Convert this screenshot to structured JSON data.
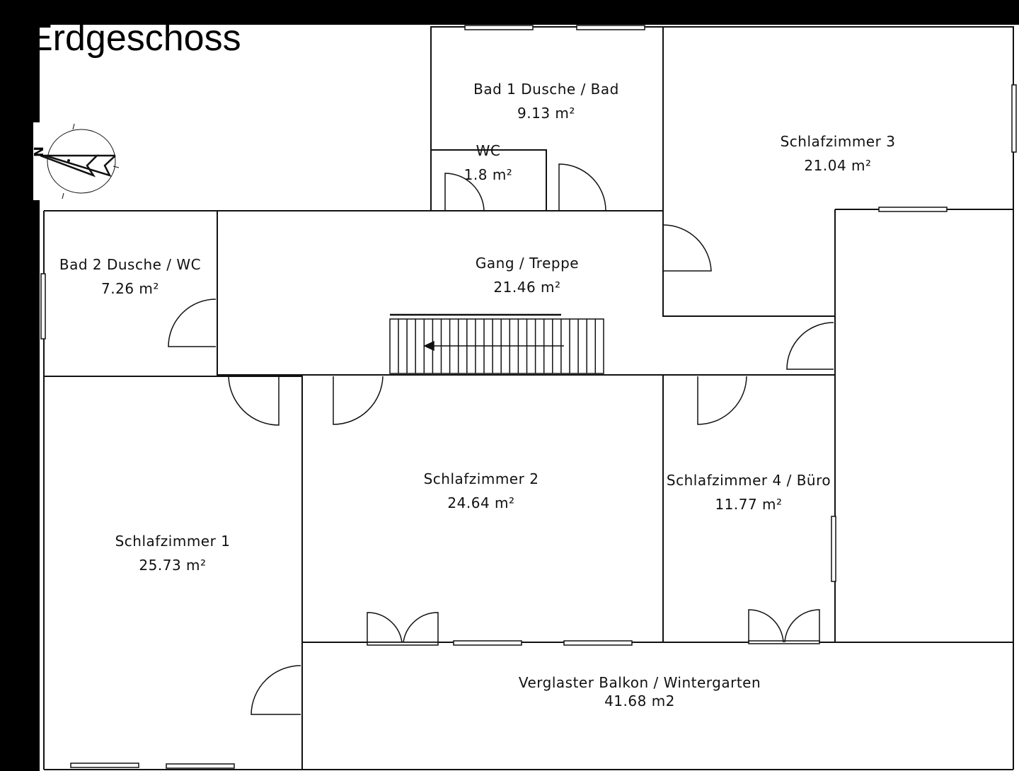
{
  "title": "Erdgeschoss",
  "compass_label": "N",
  "rooms": [
    {
      "name": "Bad 1 Dusche / Bad",
      "area": "9.13 m²"
    },
    {
      "name": "WC",
      "area": "1.8 m²"
    },
    {
      "name": "Schlafzimmer 3",
      "area": "21.04 m²"
    },
    {
      "name": "Bad 2 Dusche / WC",
      "area": "7.26 m²"
    },
    {
      "name": "Gang / Treppe",
      "area": "21.46 m²"
    },
    {
      "name": "Schlafzimmer 2",
      "area": "24.64 m²"
    },
    {
      "name": "Schlafzimmer 4 / Büro",
      "area": "11.77 m²"
    },
    {
      "name": "Schlafzimmer 1",
      "area": "25.73 m²"
    },
    {
      "name": "Verglaster Balkon / Wintergarten",
      "area": "41.68 m2"
    }
  ]
}
